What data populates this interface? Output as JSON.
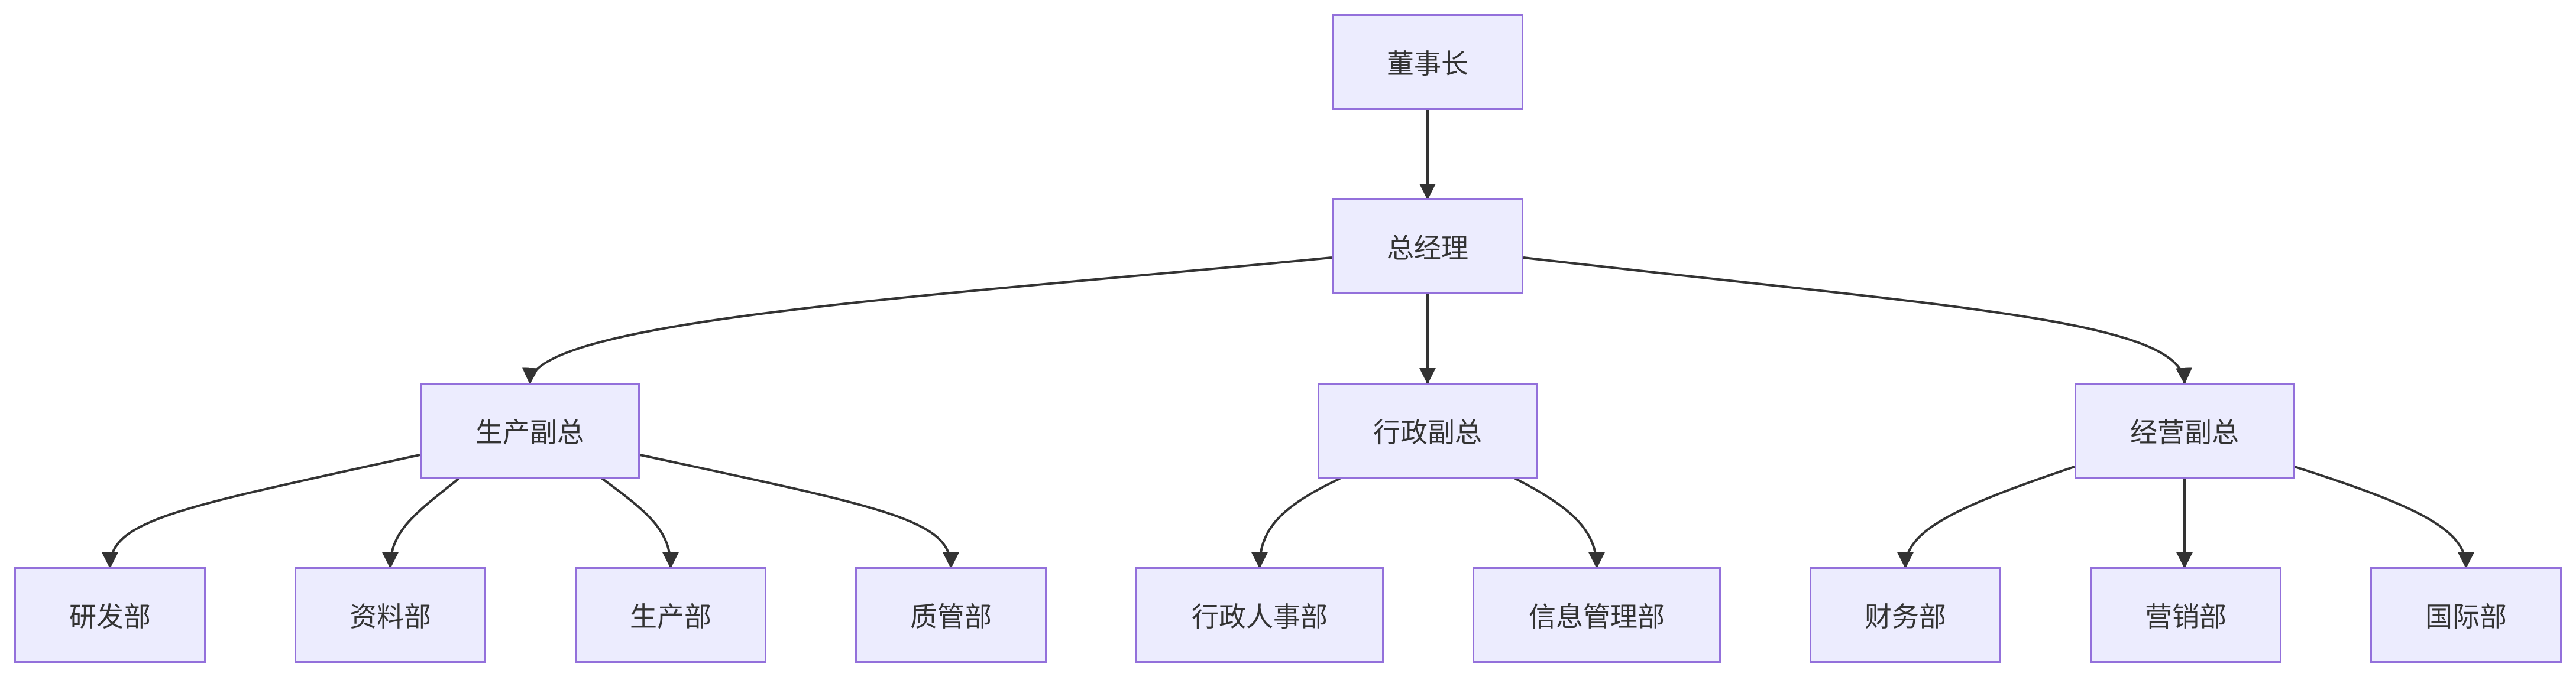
{
  "diagram": {
    "nodes": {
      "chairman": "董事长",
      "gm": "总经理",
      "vp_production": "生产副总",
      "vp_admin": "行政副总",
      "vp_business": "经营副总",
      "rd": "研发部",
      "materials": "资料部",
      "production": "生产部",
      "quality": "质管部",
      "admin_hr": "行政人事部",
      "info_mgmt": "信息管理部",
      "finance": "财务部",
      "marketing": "营销部",
      "international": "国际部"
    },
    "edges": [
      {
        "from": "chairman",
        "to": "gm"
      },
      {
        "from": "gm",
        "to": "vp_production"
      },
      {
        "from": "gm",
        "to": "vp_admin"
      },
      {
        "from": "gm",
        "to": "vp_business"
      },
      {
        "from": "vp_production",
        "to": "rd"
      },
      {
        "from": "vp_production",
        "to": "materials"
      },
      {
        "from": "vp_production",
        "to": "production"
      },
      {
        "from": "vp_production",
        "to": "quality"
      },
      {
        "from": "vp_admin",
        "to": "admin_hr"
      },
      {
        "from": "vp_admin",
        "to": "info_mgmt"
      },
      {
        "from": "vp_business",
        "to": "finance"
      },
      {
        "from": "vp_business",
        "to": "marketing"
      },
      {
        "from": "vp_business",
        "to": "international"
      }
    ],
    "colors": {
      "node_fill": "#ececfe",
      "node_border": "#9370db",
      "edge": "#333333",
      "text": "#333333"
    }
  }
}
